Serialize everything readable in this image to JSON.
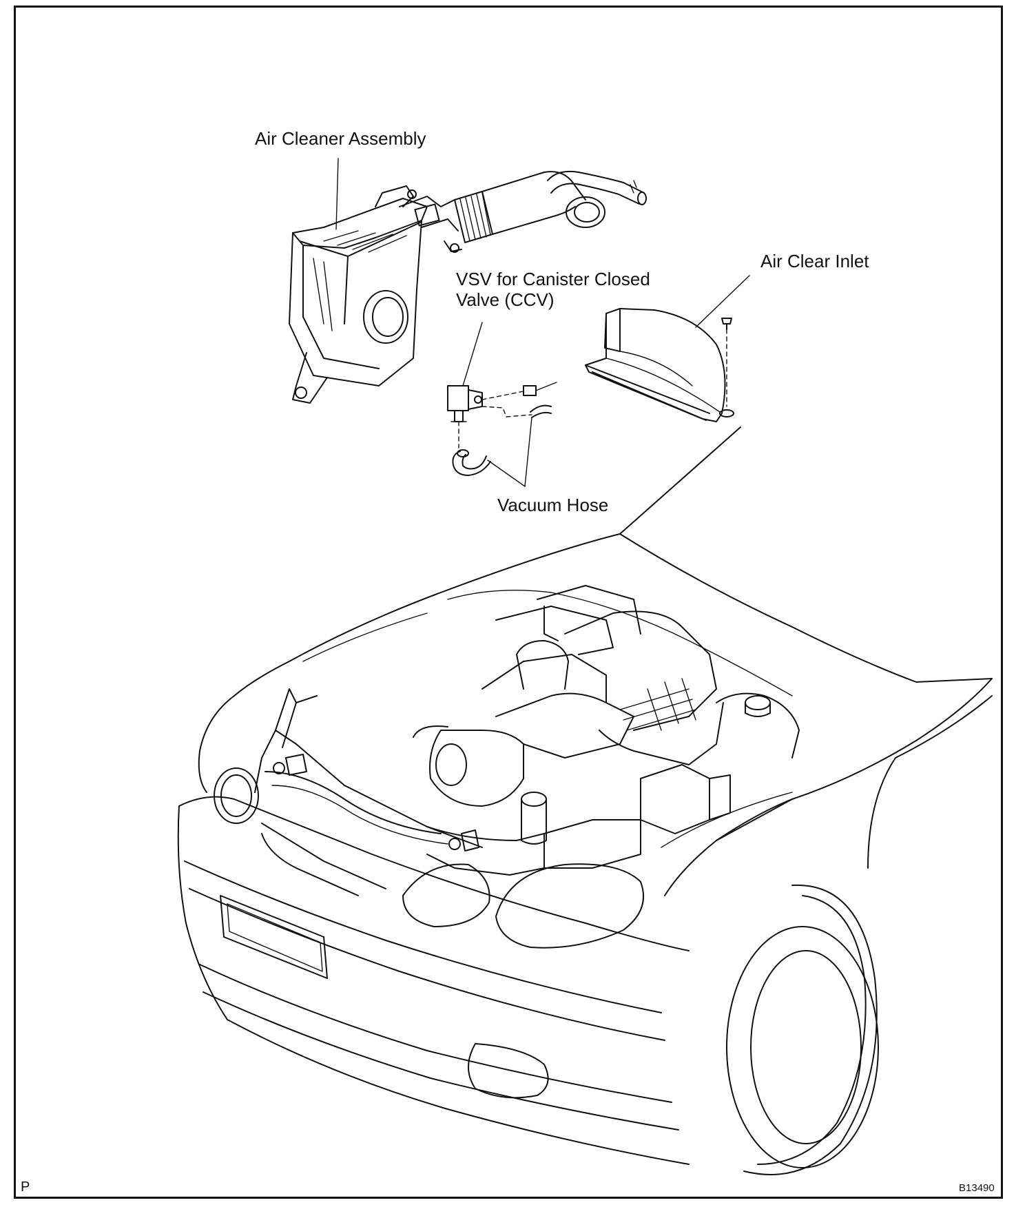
{
  "labels": {
    "air_cleaner_assembly": "Air Cleaner Assembly",
    "air_clear_inlet": "Air Clear Inlet",
    "vsv": "VSV for Canister Closed\nValve (CCV)",
    "vacuum_hose": "Vacuum Hose"
  },
  "footer": {
    "left_mark": "P",
    "figure_code": "B13490"
  }
}
